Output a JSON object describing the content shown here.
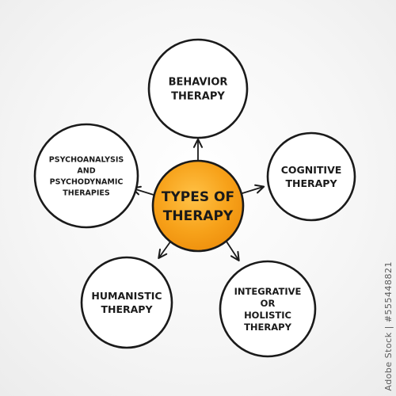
{
  "diagram": {
    "center": {
      "lines": [
        "TYPES OF",
        "THERAPY"
      ],
      "fill": "#f7a21a",
      "stroke": "#1a1a1a"
    },
    "nodes": [
      {
        "id": "behavior",
        "lines": [
          "BEHAVIOR",
          "THERAPY"
        ]
      },
      {
        "id": "cognitive",
        "lines": [
          "COGNITIVE",
          "THERAPY"
        ]
      },
      {
        "id": "integrative",
        "lines": [
          "INTEGRATIVE",
          "OR",
          "HOLISTIC",
          "THERAPY"
        ]
      },
      {
        "id": "humanistic",
        "lines": [
          "HUMANISTIC",
          "THERAPY"
        ]
      },
      {
        "id": "psychoanalysis",
        "lines": [
          "PSYCHOANALYSIS",
          "AND",
          "PSYCHODYNAMIC",
          "THERAPIES"
        ]
      }
    ],
    "node_fill": "#ffffff",
    "node_stroke": "#1a1a1a",
    "arrow_color": "#1a1a1a"
  },
  "watermark": {
    "side_text": "Adobe Stock | #555448821"
  }
}
